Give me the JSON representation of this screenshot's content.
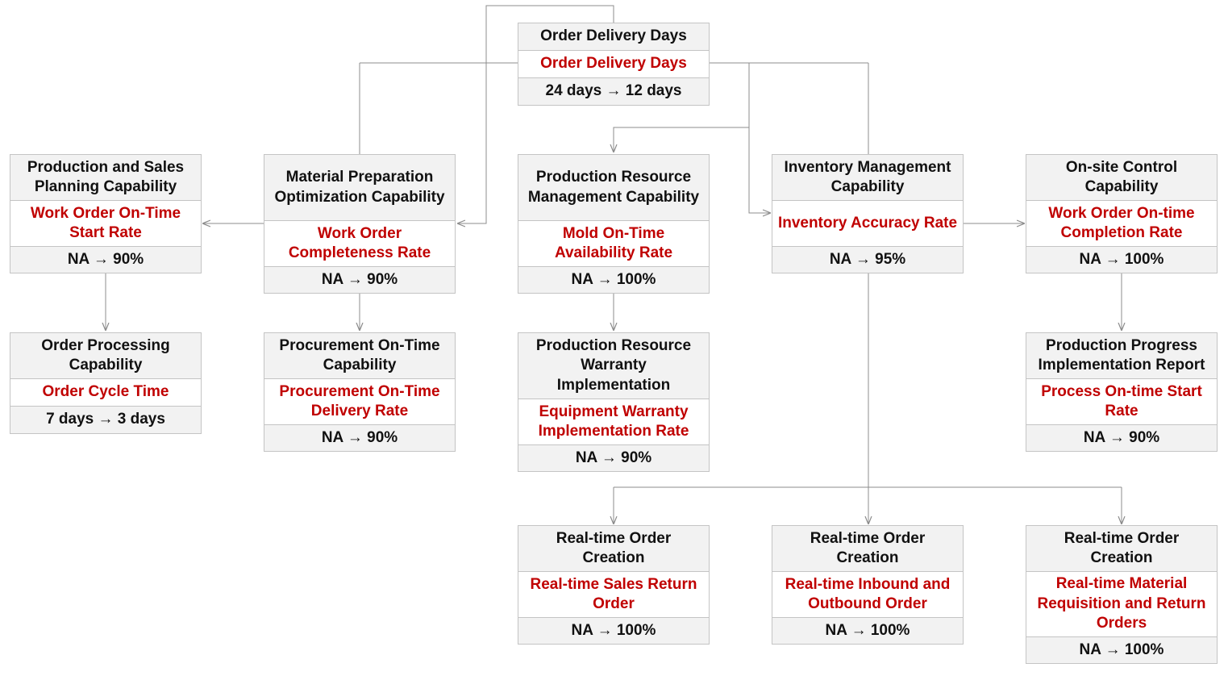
{
  "colors": {
    "title_bg": "#f2f2f2",
    "metric_text": "#c00000",
    "border": "#c4c4c4",
    "connector": "#8c8c8c"
  },
  "nodes": {
    "root": {
      "title": "Order Delivery Days",
      "metric": "Order Delivery Days",
      "target": "24 days → 12 days"
    },
    "production_sales": {
      "title": "Production and Sales Planning Capability",
      "metric": "Work Order On-Time Start Rate",
      "target": "NA → 90%"
    },
    "material_prep": {
      "title": "Material Preparation Optimization Capability",
      "metric": "Work Order Completeness Rate",
      "target": "NA → 90%"
    },
    "prod_resource": {
      "title": "Production Resource Management Capability",
      "metric": "Mold On-Time Availability Rate",
      "target": "NA → 100%"
    },
    "inventory": {
      "title": "Inventory Management Capability",
      "metric": "Inventory Accuracy Rate",
      "target": "NA → 95%"
    },
    "onsite": {
      "title": "On-site Control Capability",
      "metric": "Work Order On-time Completion Rate",
      "target": "NA → 100%"
    },
    "order_processing": {
      "title": "Order Processing Capability",
      "metric": "Order Cycle Time",
      "target": "7 days → 3 days"
    },
    "procurement": {
      "title": "Procurement On-Time Capability",
      "metric": "Procurement On-Time Delivery Rate",
      "target": "NA → 90%"
    },
    "warranty": {
      "title": "Production Resource Warranty Implementation",
      "metric": "Equipment Warranty Implementation Rate",
      "target": "NA → 90%"
    },
    "progress_report": {
      "title": "Production Progress Implementation Report",
      "metric": "Process On-time Start Rate",
      "target": "NA → 90%"
    },
    "rt_sales_return": {
      "title": "Real-time Order Creation",
      "metric": "Real-time Sales Return Order",
      "target": "NA → 100%"
    },
    "rt_inbound_outbound": {
      "title": "Real-time Order Creation",
      "metric": "Real-time Inbound and Outbound Order",
      "target": "NA → 100%"
    },
    "rt_material_requisition": {
      "title": "Real-time Order Creation",
      "metric": "Real-time Material Requisition and Return Orders",
      "target": "NA → 100%"
    }
  }
}
